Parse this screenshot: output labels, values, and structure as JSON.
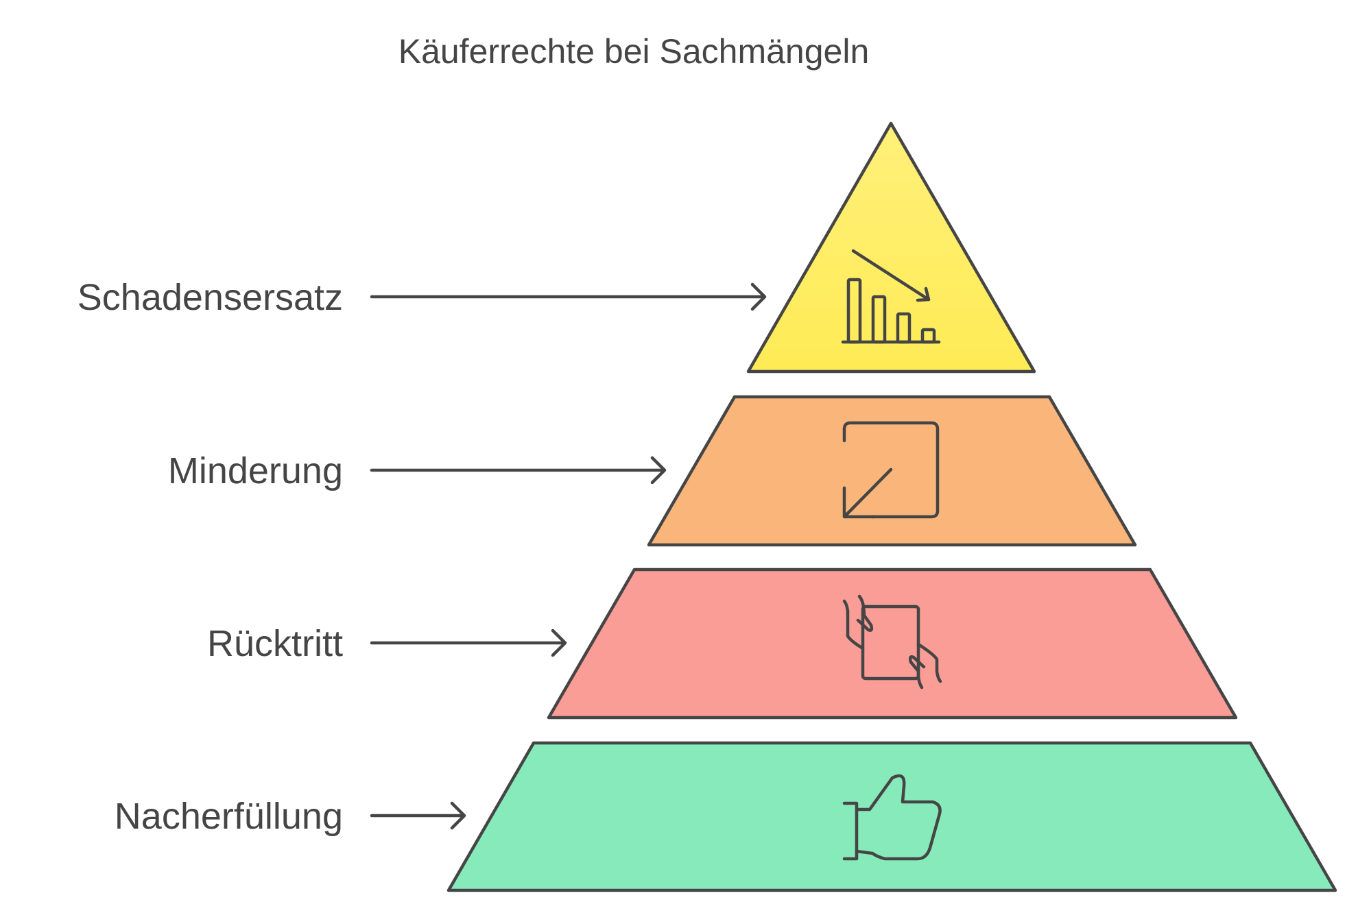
{
  "title": "Käuferrechte bei Sachmängeln",
  "levels": [
    {
      "label": "Schadensersatz",
      "icon": "declining-bar-chart-icon",
      "color": "#FFEB55"
    },
    {
      "label": "Minderung",
      "icon": "shrink-arrow-icon",
      "color": "#FAB67A"
    },
    {
      "label": "Rücktritt",
      "icon": "hands-returning-document-icon",
      "color": "#FA9D97"
    },
    {
      "label": "Nacherfüllung",
      "icon": "thumbs-up-icon",
      "color": "#87EABB"
    }
  ],
  "colors": {
    "stroke": "#454545",
    "text": "#454545",
    "background": "#FFFFFF"
  }
}
